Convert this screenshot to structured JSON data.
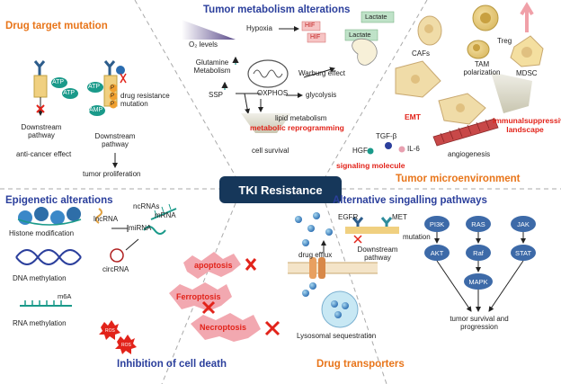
{
  "center": {
    "label": "TKI Resistance"
  },
  "sections": {
    "drug_target_mutation": {
      "title": "Drug target mutation",
      "atp1": "ATP",
      "atp2": "ATP",
      "atp3": "ATP",
      "amp": "AMP",
      "p1": "P",
      "p2": "P",
      "p3": "P",
      "downstream_left": "Downstream pathway",
      "downstream_right": "Downstream pathway",
      "anti_cancer": "anti-cancer effect",
      "drug_resistance": "drug resistance mutation",
      "tumor_proliferation": "tumor proliferation"
    },
    "tumor_metabolism": {
      "title": "Tumor metabolism alterations",
      "o2": "O₂ levels",
      "hypoxia": "Hypoxia",
      "hif1": "HIF",
      "hif2": "HIF",
      "lactate1": "Lactate",
      "lactate2": "Lactate",
      "glutamine": "Glutamine Metabolism",
      "warburg": "Warburg effect",
      "ssp": "SSP",
      "oxphos": "OXPHOS",
      "glycolysis": "glycolysis",
      "lipid": "lipid metabolism",
      "reprogramming": "metabolic reprogramming",
      "cell_survival": "cell survival"
    },
    "tumor_microenvironment": {
      "title": "Tumor microenvironment",
      "treg": "Treg",
      "cafs": "CAFs",
      "tam": "TAM polarization",
      "mdsc": "MDSC",
      "emt": "EMT",
      "immunosuppressive": "immunalsuppressive landscape",
      "tgfb": "TGF-β",
      "hgf": "HGF",
      "il6": "IL-6",
      "signaling": "signaling molecule",
      "angiogenesis": "angiogenesis"
    },
    "epigenetic": {
      "title": "Epigenetic alterations",
      "histone": "Histone modification",
      "dna": "DNA methylation",
      "rna": "RNA methylation",
      "m6a": "m6A",
      "ncrnas": "ncRNAs",
      "lncrna": "lncRNA",
      "mirna": "miRNA",
      "mrna": "mRNA",
      "circrna": "circRNA"
    },
    "cell_death": {
      "title": "Inhibition of cell death",
      "apoptosis": "apoptosis",
      "ferroptosis": "Ferroptosis",
      "necroptosis": "Necroptosis",
      "ros1": "ROS",
      "ros2": "ROS"
    },
    "alternative": {
      "title": "Alternative singalling pathways",
      "egfr": "EGFR",
      "met": "MET",
      "downstream": "Downstream pathway",
      "mutation": "mutation",
      "pi3k": "PI3K",
      "ras": "RAS",
      "jak": "JAK",
      "akt": "AKT",
      "raf": "Raf",
      "stat": "STAT",
      "mapk": "MAPK",
      "outcome": "tumor survival and progression"
    },
    "drug_transporters": {
      "title": "Drug transporters",
      "efflux": "drug efflux",
      "lysosomal": "Lysosomal sequestration"
    }
  },
  "colors": {
    "orange": "#e8751a",
    "blue": "#2b3f9c",
    "red": "#e2231a",
    "navy": "#16375a",
    "teal": "#1a9a8a",
    "node_blue": "#3d6aa8"
  }
}
